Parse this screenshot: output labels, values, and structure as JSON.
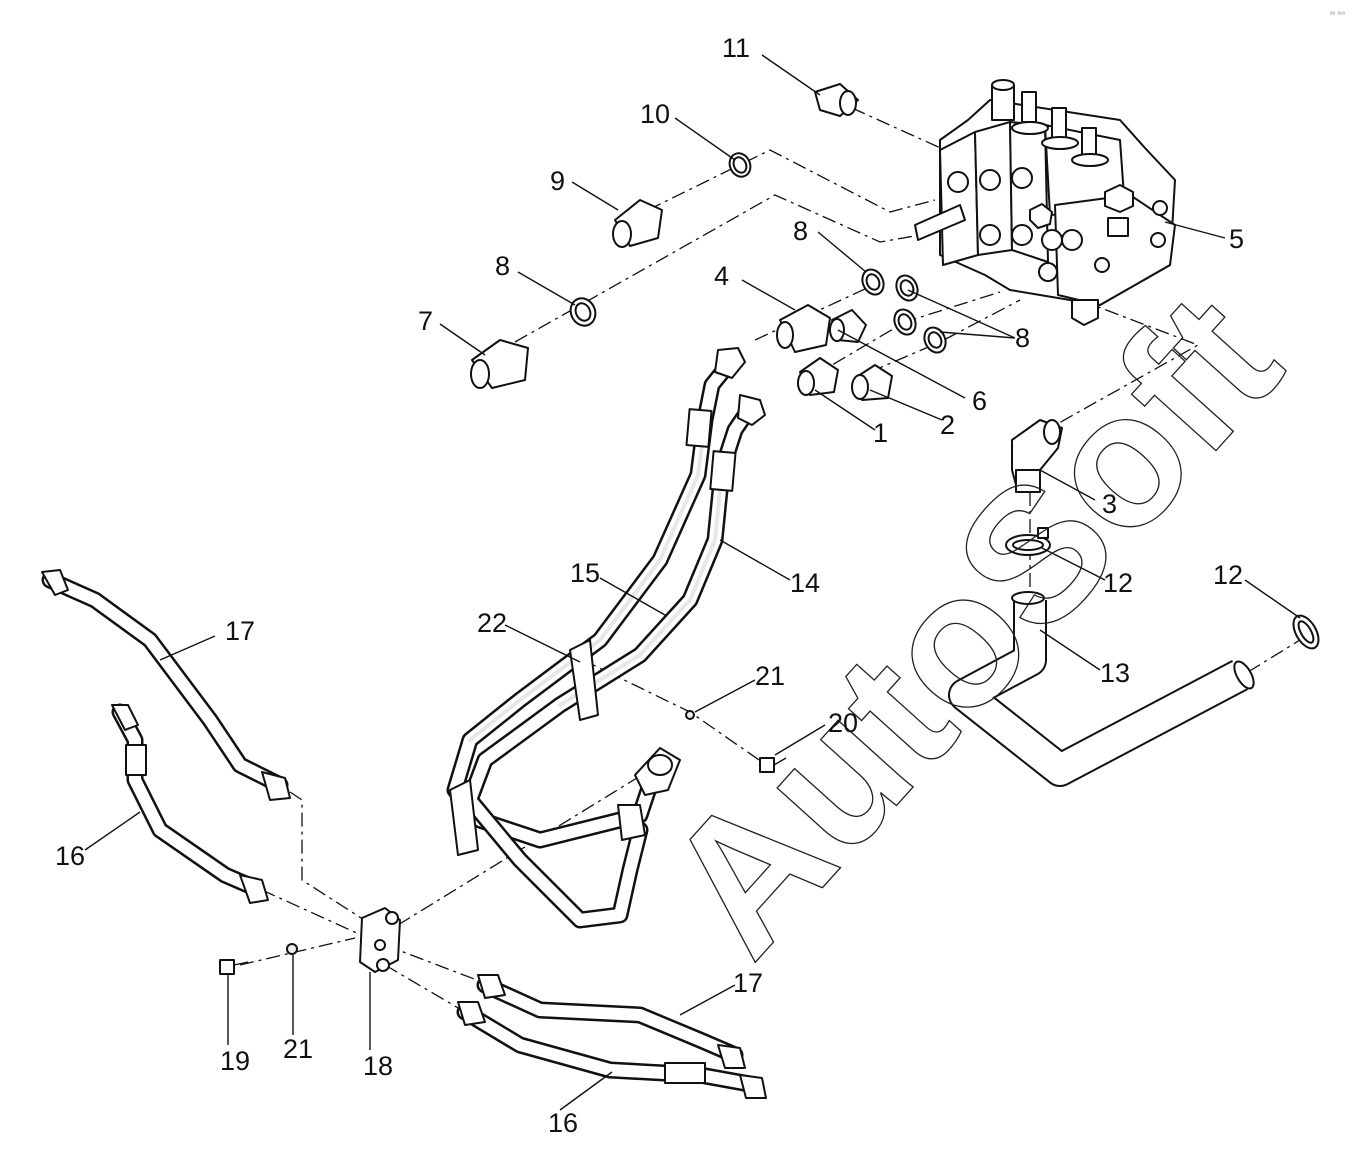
{
  "watermark": "AutoSoft",
  "corner_mark": "ᵃᵘ ᵃᵘᵒ",
  "callouts": {
    "c1": "1",
    "c2": "2",
    "c3": "3",
    "c4": "4",
    "c5": "5",
    "c6": "6",
    "c7": "7",
    "c8a": "8",
    "c8b": "8",
    "c8c": "8",
    "c9": "9",
    "c10": "10",
    "c11": "11",
    "c12a": "12",
    "c12b": "12",
    "c13": "13",
    "c14": "14",
    "c15": "15",
    "c16a": "16",
    "c16b": "16",
    "c17a": "17",
    "c17b": "17",
    "c18": "18",
    "c19": "19",
    "c20": "20",
    "c21a": "21",
    "c21b": "21",
    "c22": "22"
  }
}
